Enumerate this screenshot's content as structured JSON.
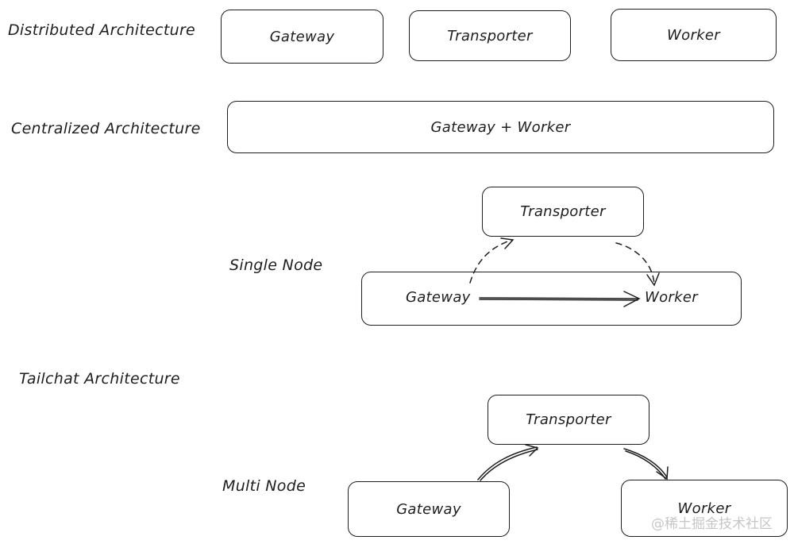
{
  "labels": {
    "distributed": "Distributed Architecture",
    "centralized": "Centralized Architecture",
    "single_node": "Single Node",
    "tailchat": "Tailchat Architecture",
    "multi_node": "Multi Node"
  },
  "distributed": {
    "gateway": "Gateway",
    "transporter": "Transporter",
    "worker": "Worker"
  },
  "centralized": {
    "combined": "Gateway + Worker"
  },
  "single_node": {
    "transporter": "Transporter",
    "gateway": "Gateway",
    "worker": "Worker"
  },
  "multi_node": {
    "transporter": "Transporter",
    "gateway": "Gateway",
    "worker": "Worker"
  },
  "watermark": "@稀土掘金技术社区",
  "colors": {
    "stroke": "#1e1e1e",
    "watermark": "#c6c6c6"
  }
}
